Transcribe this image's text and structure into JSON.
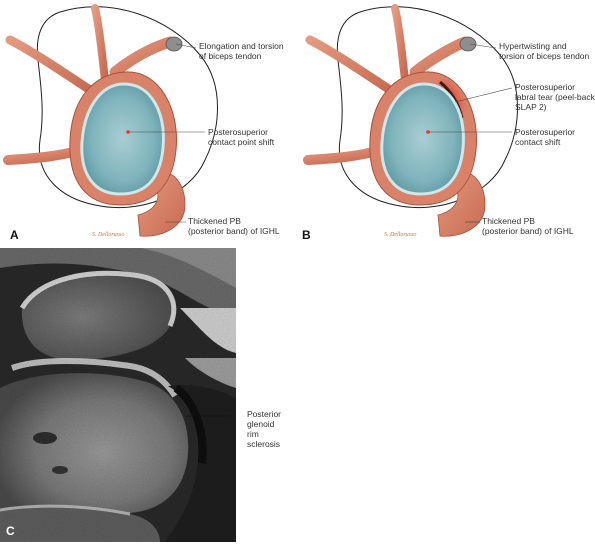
{
  "panel_a": {
    "letter": "A",
    "labels": {
      "biceps": "Elongation and torsion\nof biceps tendon",
      "contact": "Posterosuperior\ncontact point shift",
      "pb": "Thickened PB\n(posterior band) of IGHL"
    },
    "signature": "S. Dellorusso"
  },
  "panel_b": {
    "letter": "B",
    "labels": {
      "biceps": "Hypertwisting and\ntorsion of biceps tendon",
      "tear": "Posterosuperior\nlabral tear (peel-back\nSLAP 2)",
      "contact": "Posterosuperior\ncontact shift",
      "pb": "Thickened PB\n(posterior band) of IGHL"
    },
    "signature": "S. Dellorusso"
  },
  "panel_c": {
    "letter": "C",
    "labels": {
      "sclerosis": "Posterior\nglenoid\nrim\nsclerosis"
    }
  },
  "colors": {
    "labrum": "#d9826a",
    "labrum_edge": "#a9503c",
    "cartilage": "#7fb3bb",
    "cartilage_light": "#cfe6ea",
    "tear_red": "#e8322a",
    "contact_dot": "#e03c28"
  }
}
